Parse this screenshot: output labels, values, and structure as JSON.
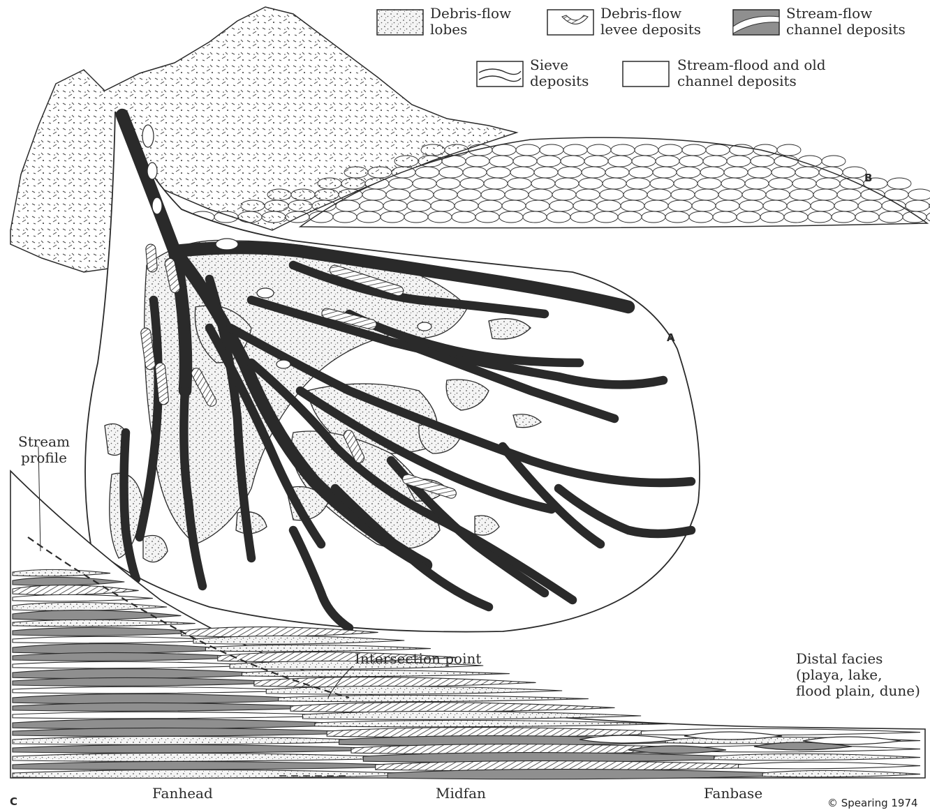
{
  "legend": {
    "lobes": {
      "line1": "Debris-flow",
      "line2": "lobes"
    },
    "levee": {
      "line1": "Debris-flow",
      "line2": "levee deposits"
    },
    "stream_channel": {
      "line1": "Stream-flow",
      "line2": "channel deposits"
    },
    "sieve": {
      "line1": "Sieve",
      "line2": "deposits"
    },
    "stream_flood": {
      "line1": "Stream-flood and old",
      "line2": "channel deposits"
    }
  },
  "panels": {
    "a": "A",
    "b": "B",
    "c": "C"
  },
  "annotations": {
    "stream_profile": {
      "line1": "Stream",
      "line2": "profile"
    },
    "intersection_point": "Intersection point",
    "distal_facies": {
      "line1": "Distal facies",
      "line2": "(playa, lake,",
      "line3": "flood plain, dune)"
    }
  },
  "zones": {
    "fanhead": "Fanhead",
    "midfan": "Midfan",
    "fanbase": "Fanbase"
  },
  "copyright": "© Spearing 1974",
  "colors": {
    "channel": "#8f8f8f",
    "ink": "#2a2a2a",
    "paper": "#ffffff",
    "stipple": "#d9d9d9"
  }
}
